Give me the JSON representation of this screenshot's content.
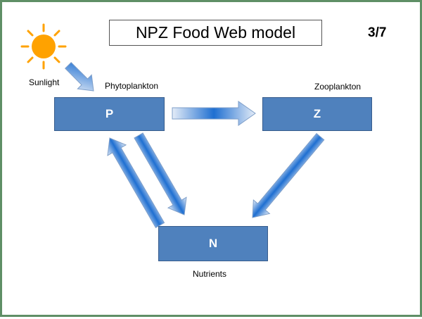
{
  "title": "NPZ Food Web model",
  "page_number": "3/7",
  "sun": {
    "label": "Sunlight",
    "icon": "sun-icon",
    "color": "#ffa200"
  },
  "nodes": {
    "p": {
      "letter": "P",
      "label": "Phytoplankton"
    },
    "z": {
      "letter": "Z",
      "label": "Zooplankton"
    },
    "n": {
      "letter": "N",
      "label": "Nutrients"
    }
  },
  "colors": {
    "box_fill": "#4f81bd",
    "arrow_dark": "#1f6fd1",
    "arrow_light": "#e4ecf7",
    "border": "#5f8f66"
  }
}
